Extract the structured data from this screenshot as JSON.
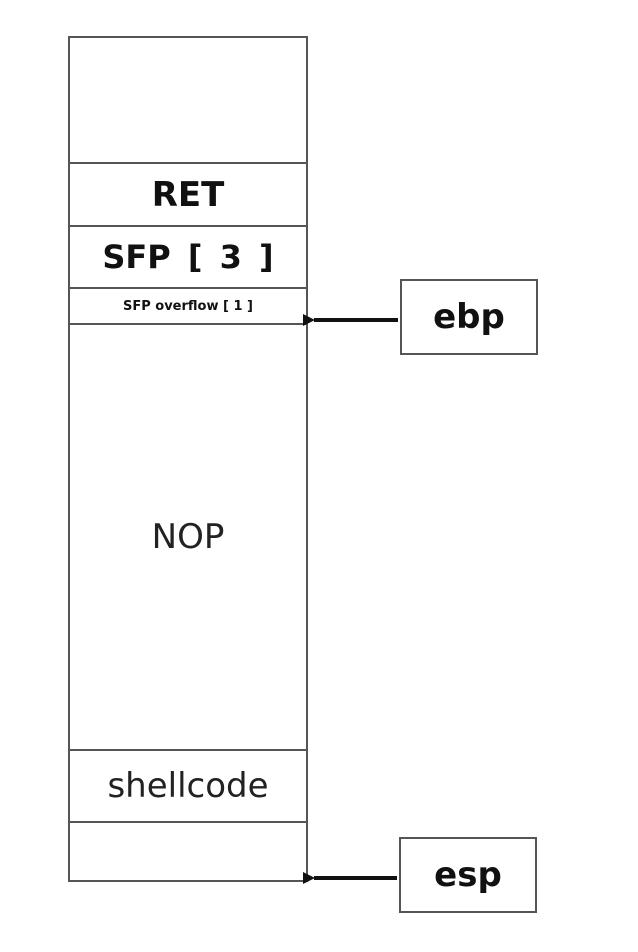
{
  "stack": {
    "ret_label": "RET",
    "sfp_label": "SFP [ 3 ]",
    "sfp_overflow_label": "SFP overflow [ 1 ]",
    "nop_label": "NOP",
    "shellcode_label": "shellcode"
  },
  "registers": {
    "ebp_label": "ebp",
    "esp_label": "esp"
  }
}
